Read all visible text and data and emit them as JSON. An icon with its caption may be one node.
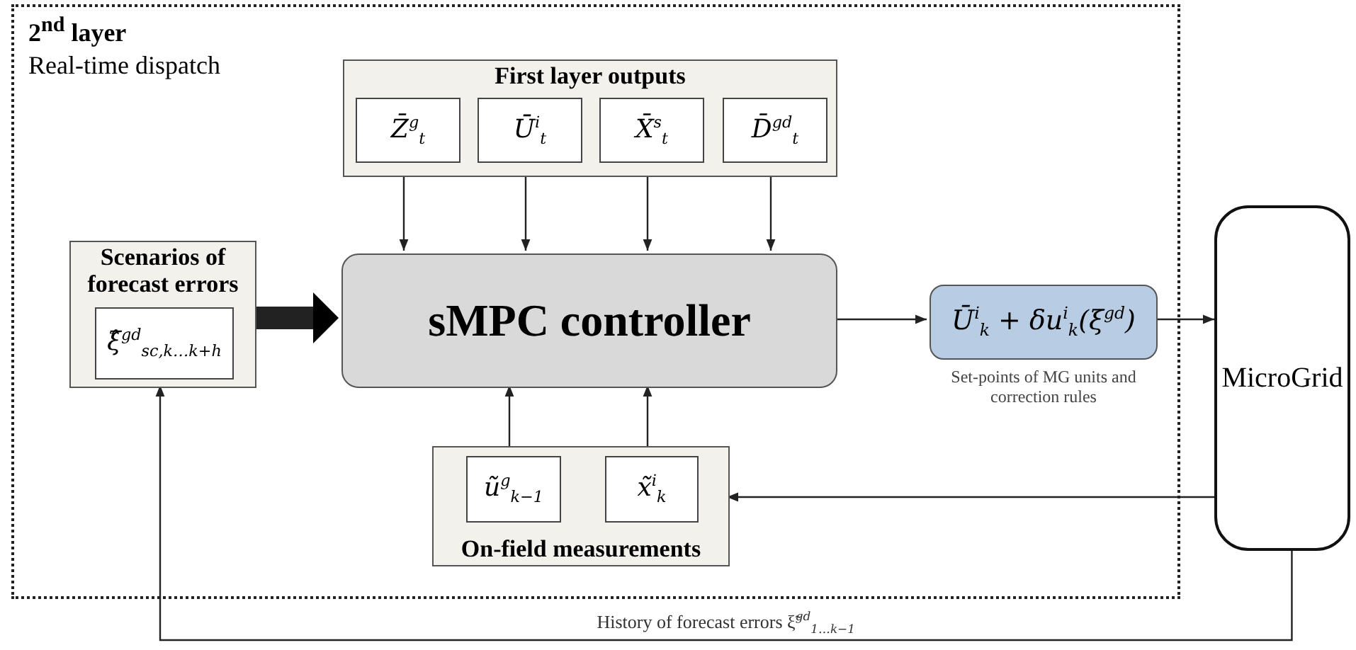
{
  "diagram": {
    "nodes": [
      {
        "text": [
          "2$^{nd}$ layer",
          "Real-time dispatch"
        ]
      },
      {
        "text": [
          "First layer outputs"
        ],
        "in": 0
      },
      {
        "text": [
          "Z̄$^{g}$$_{t}$"
        ],
        "in": 1
      },
      {
        "text": [
          "Ū$^{i}$$_{t}$"
        ],
        "in": 1
      },
      {
        "text": [
          "X̄$^{s}$$_{t}$"
        ],
        "in": 1
      },
      {
        "text": [
          "D̄$^{gd}$$_{t}$"
        ],
        "in": 1
      },
      {
        "text": [
          "Scenarios of forecast errors"
        ],
        "in": 0
      },
      {
        "text": [
          "ξ̂$^{gd}$$_{sc,k…k+h}$"
        ],
        "in": 6
      },
      {
        "text": [
          "sMPC controller"
        ],
        "in": 0
      },
      {
        "text": [
          "On-field measurements"
        ],
        "in": 0
      },
      {
        "text": [
          "ũ$^{g}$$_{k−1}$"
        ],
        "in": 9
      },
      {
        "text": [
          "x̃$^{i}$$_{k}$"
        ],
        "in": 9
      },
      {
        "text": [
          "Ū$^{i}$$_{k}$ + δu$^{i}$$_{k}$(ξ$^{gd}$)"
        ],
        "in": 0,
        "beside": [
          "Set-points of MG units and correction rules"
        ]
      },
      {
        "text": [
          "MicroGrid"
        ]
      }
    ],
    "edges": [
      {
        "from": 2,
        "to": 8,
        "arrow": "to"
      },
      {
        "from": 3,
        "to": 8,
        "arrow": "to"
      },
      {
        "from": 4,
        "to": 8,
        "arrow": "to"
      },
      {
        "from": 5,
        "to": 8,
        "arrow": "to"
      },
      {
        "from": 6,
        "to": 8,
        "arrow": "to",
        "style": "thick"
      },
      {
        "from": 10,
        "to": 8,
        "arrow": "to"
      },
      {
        "from": 11,
        "to": 8,
        "arrow": "to"
      },
      {
        "from": 8,
        "to": 12,
        "arrow": "to"
      },
      {
        "from": 12,
        "to": 13,
        "arrow": "to"
      },
      {
        "from": 13,
        "to": 9,
        "arrow": "to"
      },
      {
        "from": 13,
        "to": 6,
        "arrow": "to",
        "label": "History of forecast errors ξ̃$^{gd}$$_{1…k−1}$"
      }
    ]
  }
}
